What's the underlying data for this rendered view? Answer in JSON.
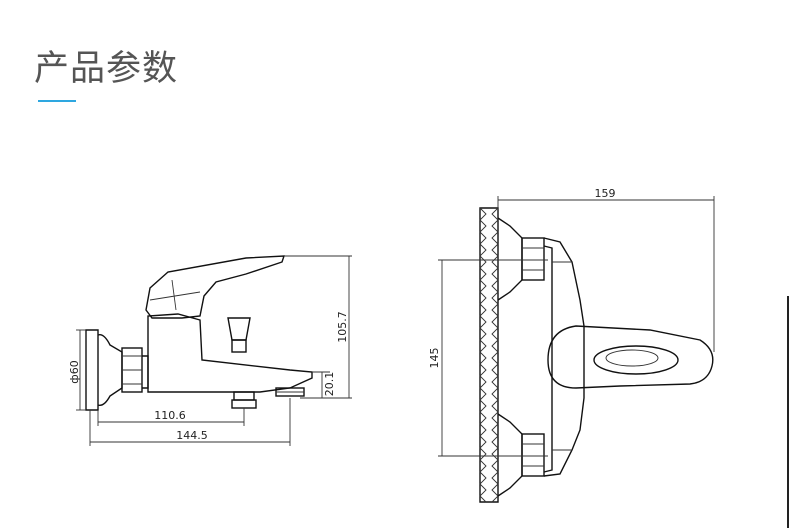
{
  "header": {
    "title": "产品参数"
  },
  "colors": {
    "accent": "#2ea7e0",
    "title_text": "#555555",
    "line": "#111111"
  },
  "side_view": {
    "dim_diameter": "ф60",
    "dim_height": "105.7",
    "dim_spout_height": "20.1",
    "dim_inner_length": "110.6",
    "dim_total_length": "144.5"
  },
  "front_view": {
    "dim_width": "159",
    "dim_centers": "145"
  }
}
